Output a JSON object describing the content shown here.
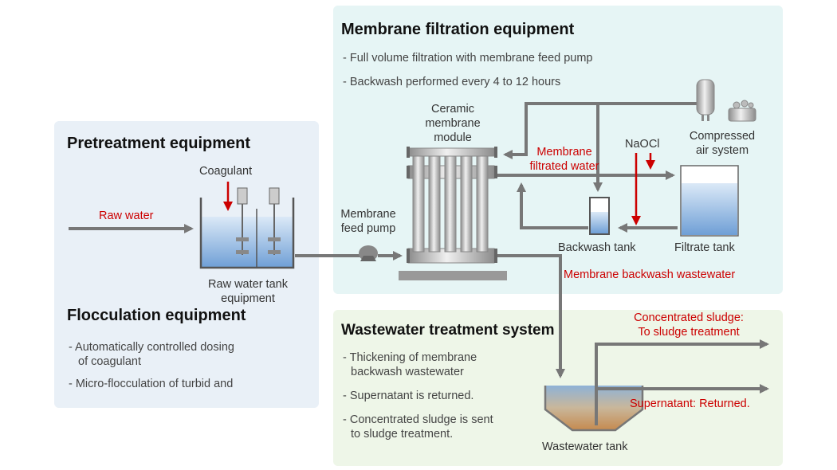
{
  "pretreatment": {
    "title": "Pretreatment equipment",
    "coagulant": "Coagulant",
    "raw_water": "Raw water",
    "tank_label_1": "Raw water tank",
    "tank_label_2": "equipment"
  },
  "flocculation": {
    "title": "Flocculation equipment",
    "bullets": [
      "- Automatically controlled dosing",
      "of coagulant",
      "- Micro-flocculation of turbid and"
    ]
  },
  "membrane": {
    "title": "Membrane filtration equipment",
    "bullets": [
      "- Full volume filtration with membrane feed pump",
      "- Backwash performed every 4 to 12 hours"
    ],
    "module_label": [
      "Ceramic",
      "membrane",
      "module"
    ],
    "feed_pump": [
      "Membrane",
      "feed pump"
    ],
    "filtrated_water": [
      "Membrane",
      "filtrated water"
    ],
    "naocl": "NaOCl",
    "compressed_air": [
      "Compressed",
      "air system"
    ],
    "backwash_tank": "Backwash tank",
    "filtrate_tank": "Filtrate tank",
    "backwash_wastewater": "Membrane backwash wastewater"
  },
  "wastewater": {
    "title": "Wastewater treatment system",
    "bullets": [
      "- Thickening of membrane",
      "backwash wastewater",
      "- Supernatant is returned.",
      "- Concentrated sludge is sent",
      "to sludge treatment."
    ],
    "sludge_out": [
      "Concentrated sludge:",
      "To sludge treatment"
    ],
    "supernatant_out": "Supernatant: Returned.",
    "tank_label": "Wastewater tank"
  }
}
